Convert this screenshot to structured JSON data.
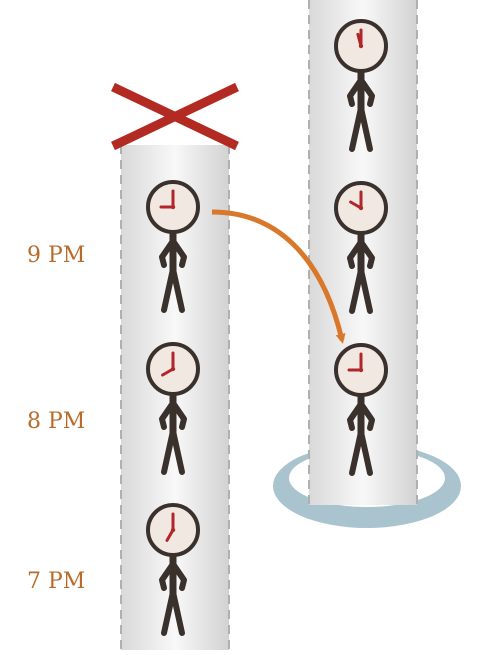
{
  "time_labels": [
    "9 PM",
    "8 PM",
    "7 PM"
  ],
  "colors": {
    "label": "#b86b2a",
    "arrow": "#d9782a",
    "cross": "#b22a22",
    "ring": "#a9c3cf",
    "clock_face": "#f1e8e1",
    "clock_hands": "#b0262a",
    "figure": "#3a302c",
    "column_dash": "#b0b0b0"
  },
  "icons": {
    "figure": "clock-head-person-icon",
    "cross": "cross-mark-icon",
    "arrow": "curved-arrow-icon",
    "ring": "ring-base-icon"
  }
}
